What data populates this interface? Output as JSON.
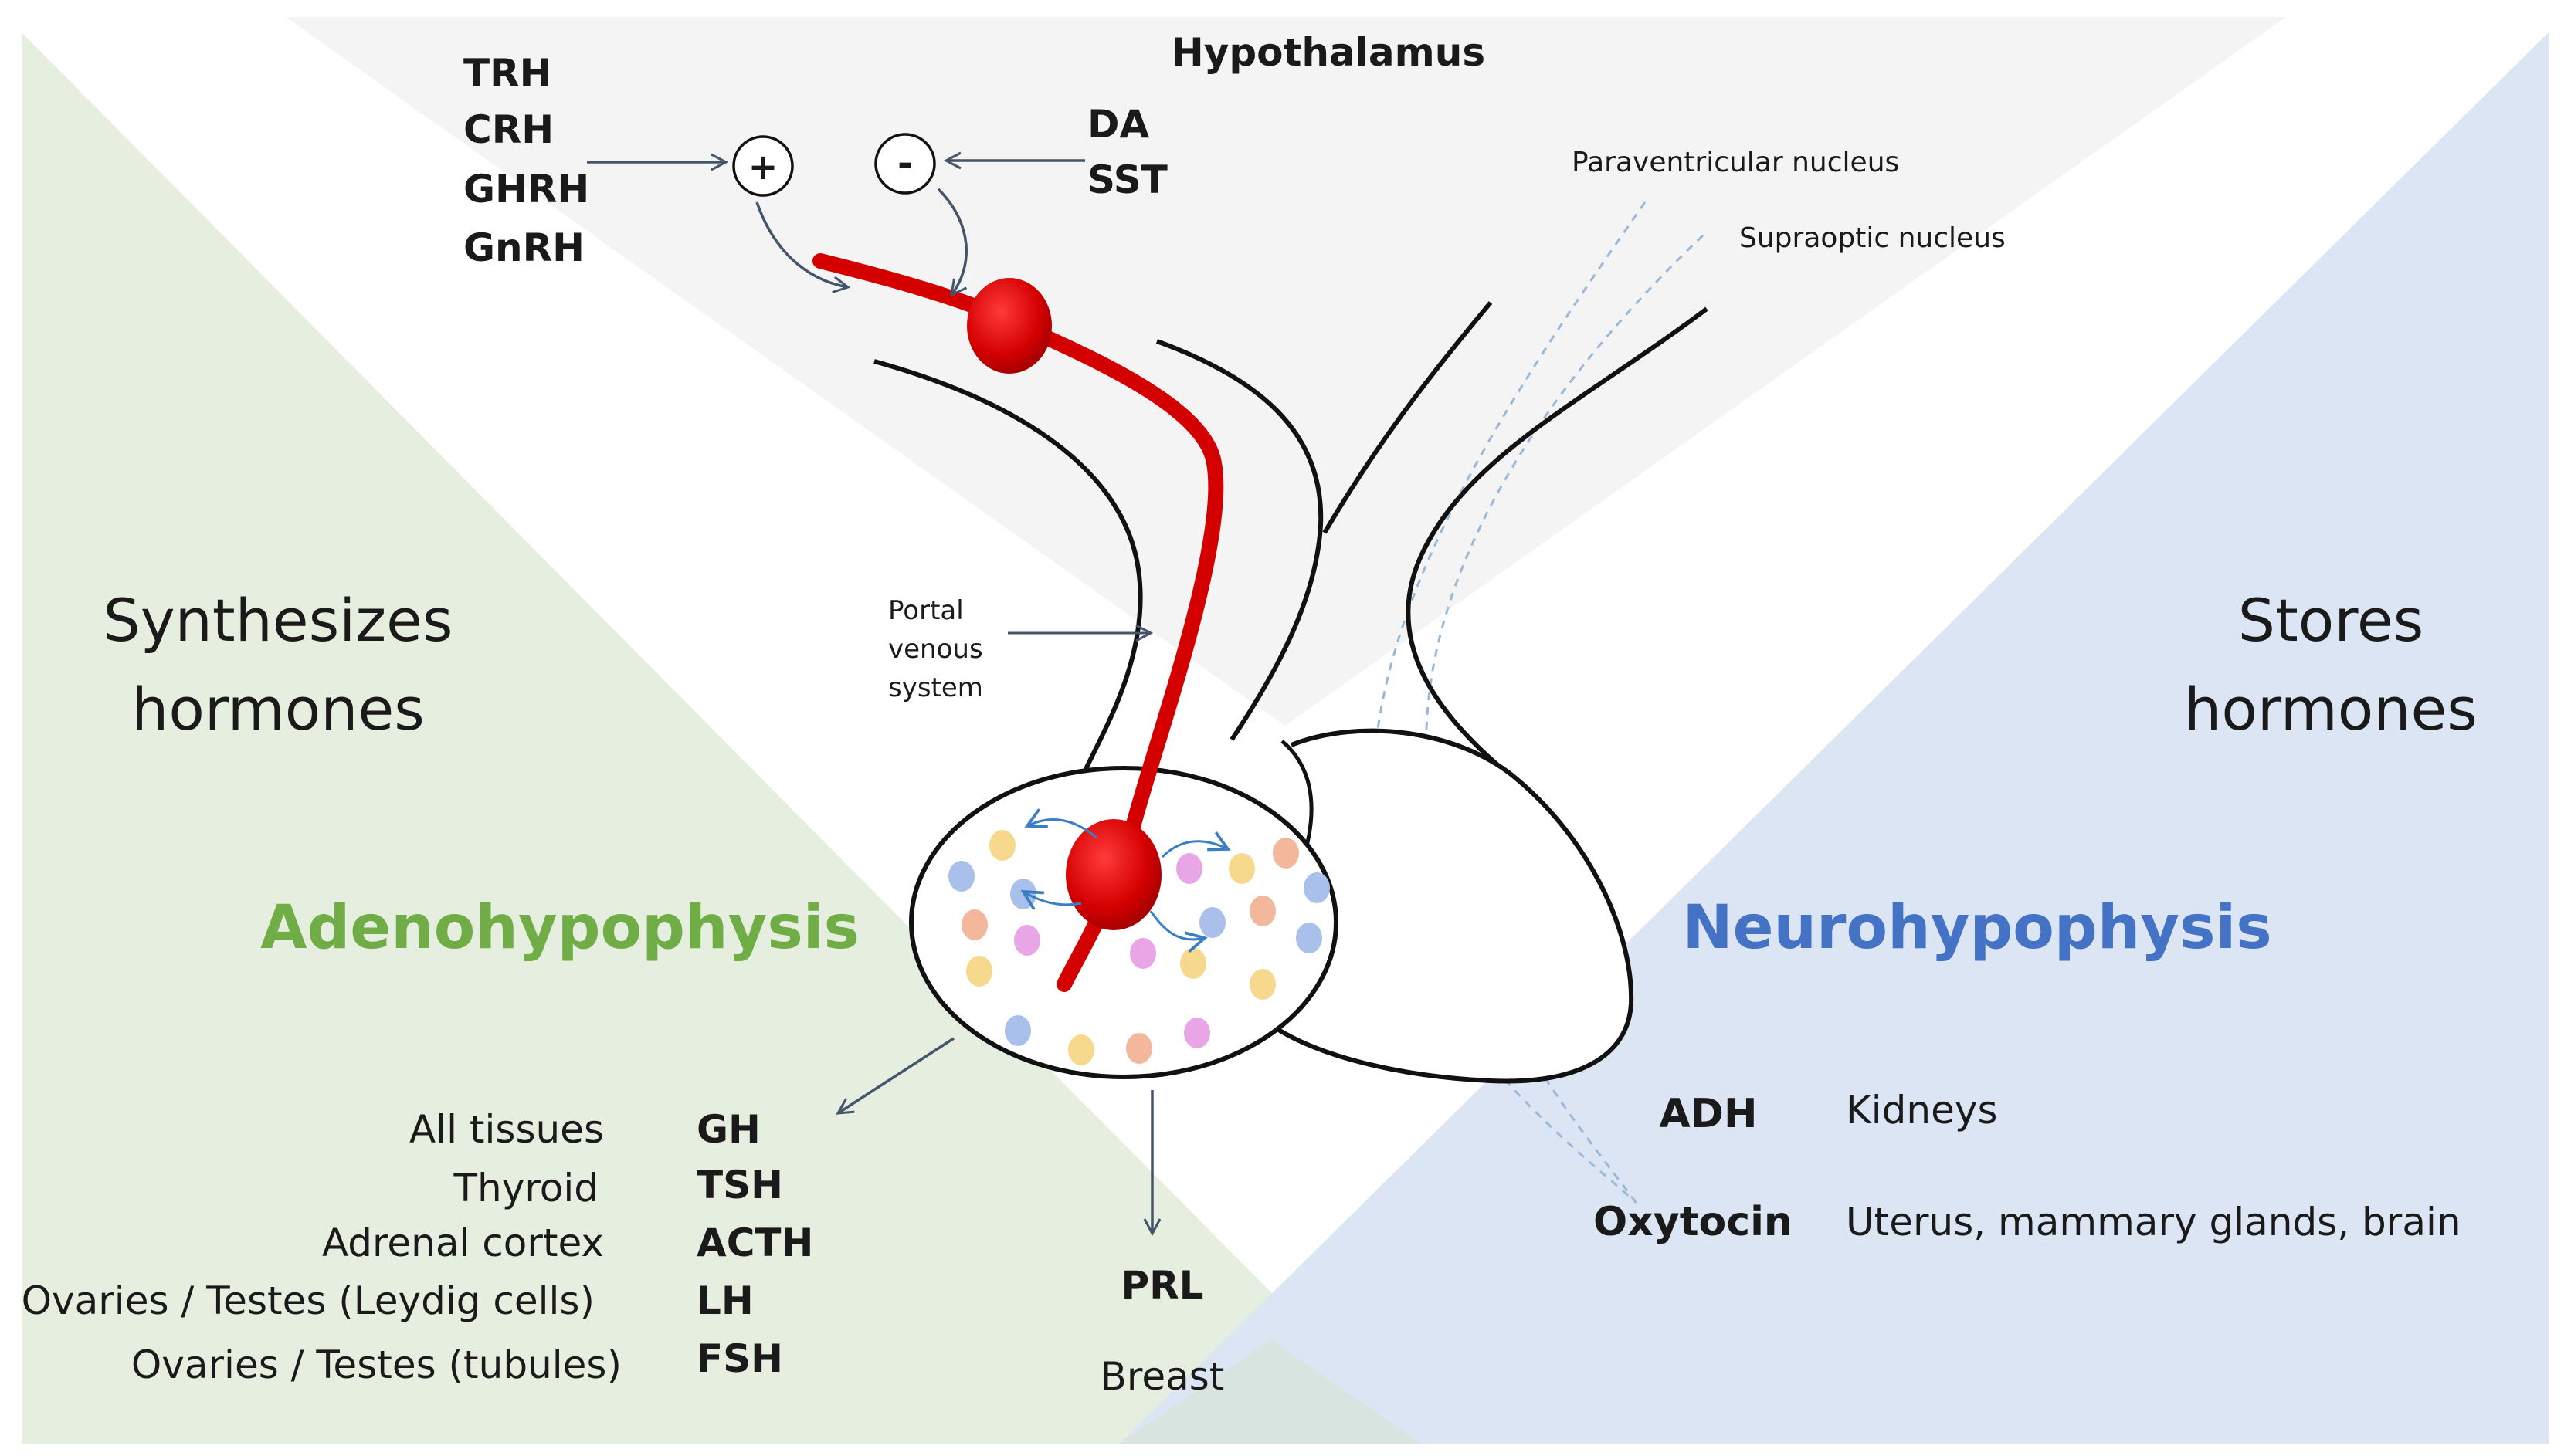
{
  "title": "Hypothalamus",
  "releasing_hormones": [
    "TRH",
    "CRH",
    "GHRH",
    "GnRH"
  ],
  "inhibiting_hormones": [
    "DA",
    "SST"
  ],
  "symbols": {
    "stimulate": "+",
    "inhibit": "-"
  },
  "nuclei": {
    "paraventricular": "Paraventricular  nucleus",
    "supraoptic": "Supraoptic nucleus"
  },
  "portal_label": [
    "Portal",
    "venous",
    "system"
  ],
  "left_caption": [
    "Synthesizes",
    "hormones"
  ],
  "right_caption": [
    "Stores",
    "hormones"
  ],
  "adenohypophysis": "Adenohypophysis",
  "neurohypophysis": "Neurohypophysis",
  "anterior_targets": [
    {
      "target": "All tissues",
      "hormone": "GH"
    },
    {
      "target": "Thyroid",
      "hormone": "TSH"
    },
    {
      "target": "Adrenal cortex",
      "hormone": "ACTH"
    },
    {
      "target": "Ovaries / Testes (Leydig cells)",
      "hormone": "LH"
    },
    {
      "target": "Ovaries / Testes (tubules)",
      "hormone": "FSH"
    }
  ],
  "prolactin": {
    "hormone": "PRL",
    "target": "Breast"
  },
  "posterior_targets": [
    {
      "hormone": "ADH",
      "target": "Kidneys"
    },
    {
      "hormone": "Oxytocin",
      "target": "Uterus, mammary glands, brain"
    }
  ],
  "colors": {
    "adeno_text": "#70ad47",
    "neuro_text": "#4472c4",
    "left_panel": "#e6eedf",
    "right_panel": "#dbe5f3",
    "top_panel": "#f4f4f4",
    "vessel": "#d40000",
    "arrow": "#44546a",
    "dashed": "#9bb8d8"
  },
  "cell_colors": [
    "#a9c1ea",
    "#f6d98c",
    "#f3b79b",
    "#e9a6e6"
  ]
}
